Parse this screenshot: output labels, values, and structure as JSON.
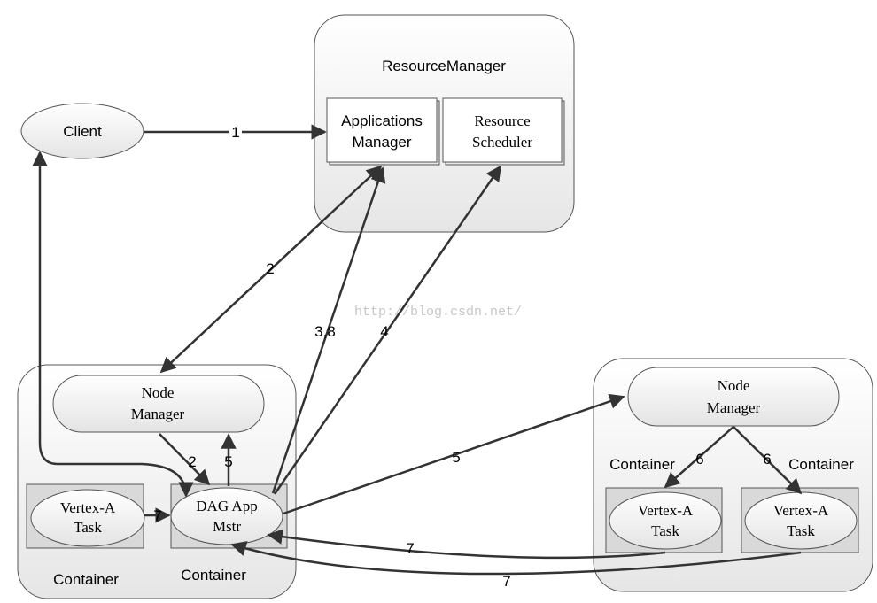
{
  "colors": {
    "stroke": "#555555",
    "arrow": "#333333",
    "box_fill": "#d9d9d9",
    "watermark": "#c8c8c8"
  },
  "resource_manager": {
    "title": "ResourceManager",
    "applications_manager": [
      "Applications",
      "Manager"
    ],
    "resource_scheduler": [
      "Resource",
      "Scheduler"
    ]
  },
  "client": {
    "label": "Client"
  },
  "left_node": {
    "node_manager": [
      "Node",
      "Manager"
    ],
    "vertex_task": [
      "Vertex-A",
      "Task"
    ],
    "dag_app_master": [
      "DAG App",
      "Mstr"
    ],
    "container_left_label": "Container",
    "container_right_label": "Container"
  },
  "right_node": {
    "node_manager": [
      "Node",
      "Manager"
    ],
    "container_left_label": "Container",
    "container_right_label": "Container",
    "vertex_task_left": [
      "Vertex-A",
      "Task"
    ],
    "vertex_task_right": [
      "Vertex-A",
      "Task"
    ]
  },
  "arrows": {
    "client_to_rm": "1",
    "rm_to_nm": "2",
    "dag_to_am": "3,8",
    "dag_to_scheduler": "4",
    "nm_to_dag": "2",
    "dag_to_nm": "5",
    "dag_to_remote_nm": "5",
    "nm_to_container_left": "6",
    "nm_to_container_right": "6",
    "task_to_dag": "7",
    "remote_task_left_to_dag": "7",
    "remote_task_right_to_dag": "7"
  },
  "watermark": "http://blog.csdn.net/"
}
